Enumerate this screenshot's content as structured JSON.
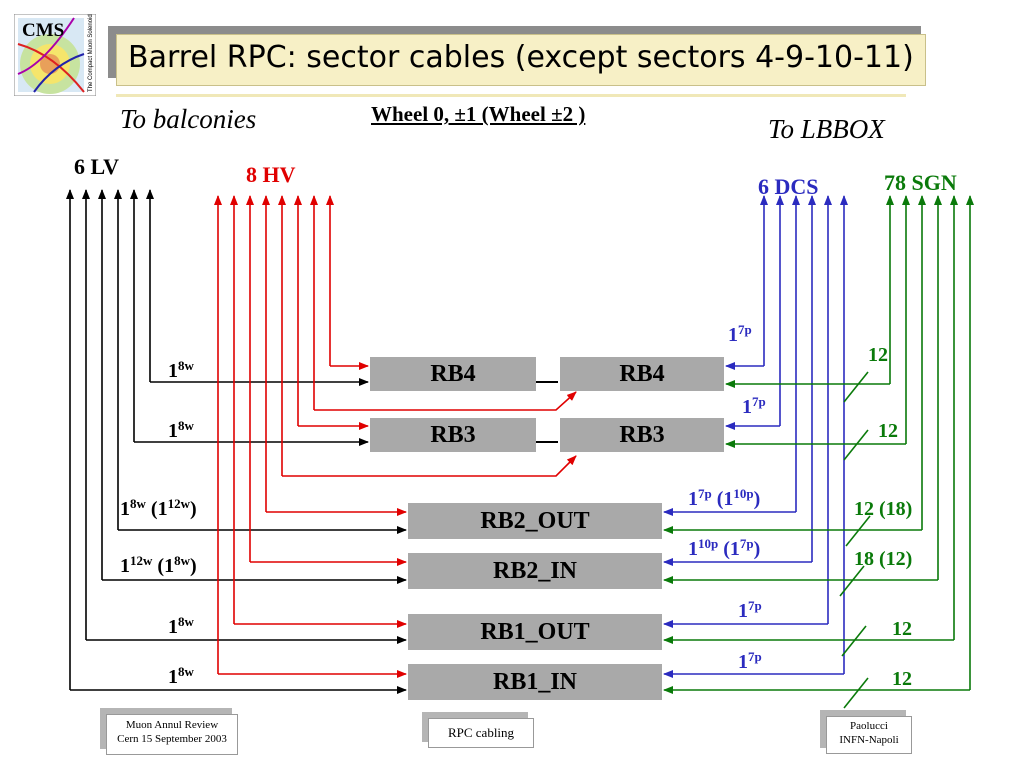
{
  "title": "Barrel RPC: sector cables (except sectors 4-9-10-11)",
  "logo": {
    "text": "CMS",
    "side_text": "The Compact Muon Solenoid"
  },
  "headings": {
    "left": "To balconies",
    "center": "Wheel 0, ±1 (Wheel ±2 )",
    "right": "To LBBOX"
  },
  "groups": {
    "lv": {
      "count": "6",
      "name": "LV",
      "color": "#000000"
    },
    "hv": {
      "count": "8",
      "name": "HV",
      "color": "#e00000"
    },
    "dcs": {
      "count": "6",
      "name": "DCS",
      "color": "#2b2bbf"
    },
    "sgn": {
      "count": "78",
      "name": "SGN",
      "color": "#0a7a0a"
    }
  },
  "chambers": {
    "rb4_left": "RB4",
    "rb4_right": "RB4",
    "rb3_left": "RB3",
    "rb3_right": "RB3",
    "rb2_out": "RB2_OUT",
    "rb2_in": "RB2_IN",
    "rb1_out": "RB1_OUT",
    "rb1_in": "RB1_IN"
  },
  "lv_labels": [
    {
      "main": "1",
      "sup": "8w",
      "paren_main": "",
      "paren_sup": ""
    },
    {
      "main": "1",
      "sup": "8w",
      "paren_main": "",
      "paren_sup": ""
    },
    {
      "main": "1",
      "sup": "8w",
      "paren_main": "1",
      "paren_sup": "12w"
    },
    {
      "main": "1",
      "sup": "12w",
      "paren_main": "1",
      "paren_sup": "8w"
    },
    {
      "main": "1",
      "sup": "8w",
      "paren_main": "",
      "paren_sup": ""
    },
    {
      "main": "1",
      "sup": "8w",
      "paren_main": "",
      "paren_sup": ""
    }
  ],
  "dcs_labels": [
    {
      "main": "1",
      "sup": "7p",
      "paren_main": "",
      "paren_sup": ""
    },
    {
      "main": "1",
      "sup": "7p",
      "paren_main": "",
      "paren_sup": ""
    },
    {
      "main": "1",
      "sup": "7p",
      "paren_main": "1",
      "paren_sup": "10p"
    },
    {
      "main": "1",
      "sup": "10p",
      "paren_main": "1",
      "paren_sup": "7p"
    },
    {
      "main": "1",
      "sup": "7p",
      "paren_main": "",
      "paren_sup": ""
    },
    {
      "main": "1",
      "sup": "7p",
      "paren_main": "",
      "paren_sup": ""
    }
  ],
  "sgn_labels": [
    "12",
    "12",
    "12 (18)",
    "18 (12)",
    "12",
    "12"
  ],
  "footer": {
    "left_line1": "Muon Annul Review",
    "left_line2": "Cern 15 September 2003",
    "center": "RPC cabling",
    "right_line1": "Paolucci",
    "right_line2": "INFN-Napoli"
  }
}
